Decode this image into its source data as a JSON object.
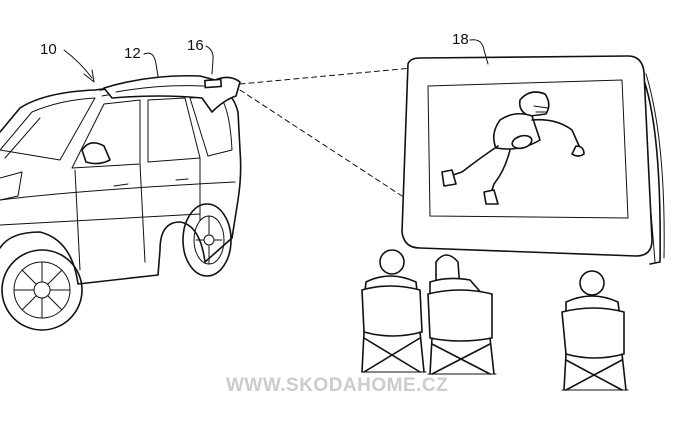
{
  "reference_numerals": {
    "vehicle": "10",
    "liftgate": "12",
    "projector": "16",
    "screen": "18"
  },
  "watermark": "WWW.SKODAHOME.CZ"
}
